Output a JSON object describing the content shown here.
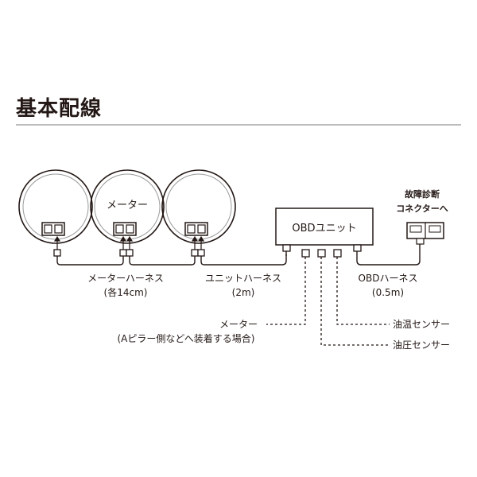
{
  "title": "基本配線",
  "meter_label": "メーター",
  "obd_unit_label": "OBDユニット",
  "diag_connector": [
    "故障診断",
    "コネクターへ"
  ],
  "meter_harness": [
    "メーターハーネス",
    "(各14cm)"
  ],
  "unit_harness": [
    "ユニットハーネス",
    "(2m)"
  ],
  "obd_harness": [
    "OBDハーネス",
    "(0.5m)"
  ],
  "pillar_meter": [
    "メーター",
    "(Aピラー側などへ装着する場合)"
  ],
  "oil_temp_sensor": "油温センサー",
  "oil_press_sensor": "油圧センサー",
  "colors": {
    "ink": "#231815",
    "rule": "#bdbdbd",
    "ring": "#9a9a9a"
  }
}
